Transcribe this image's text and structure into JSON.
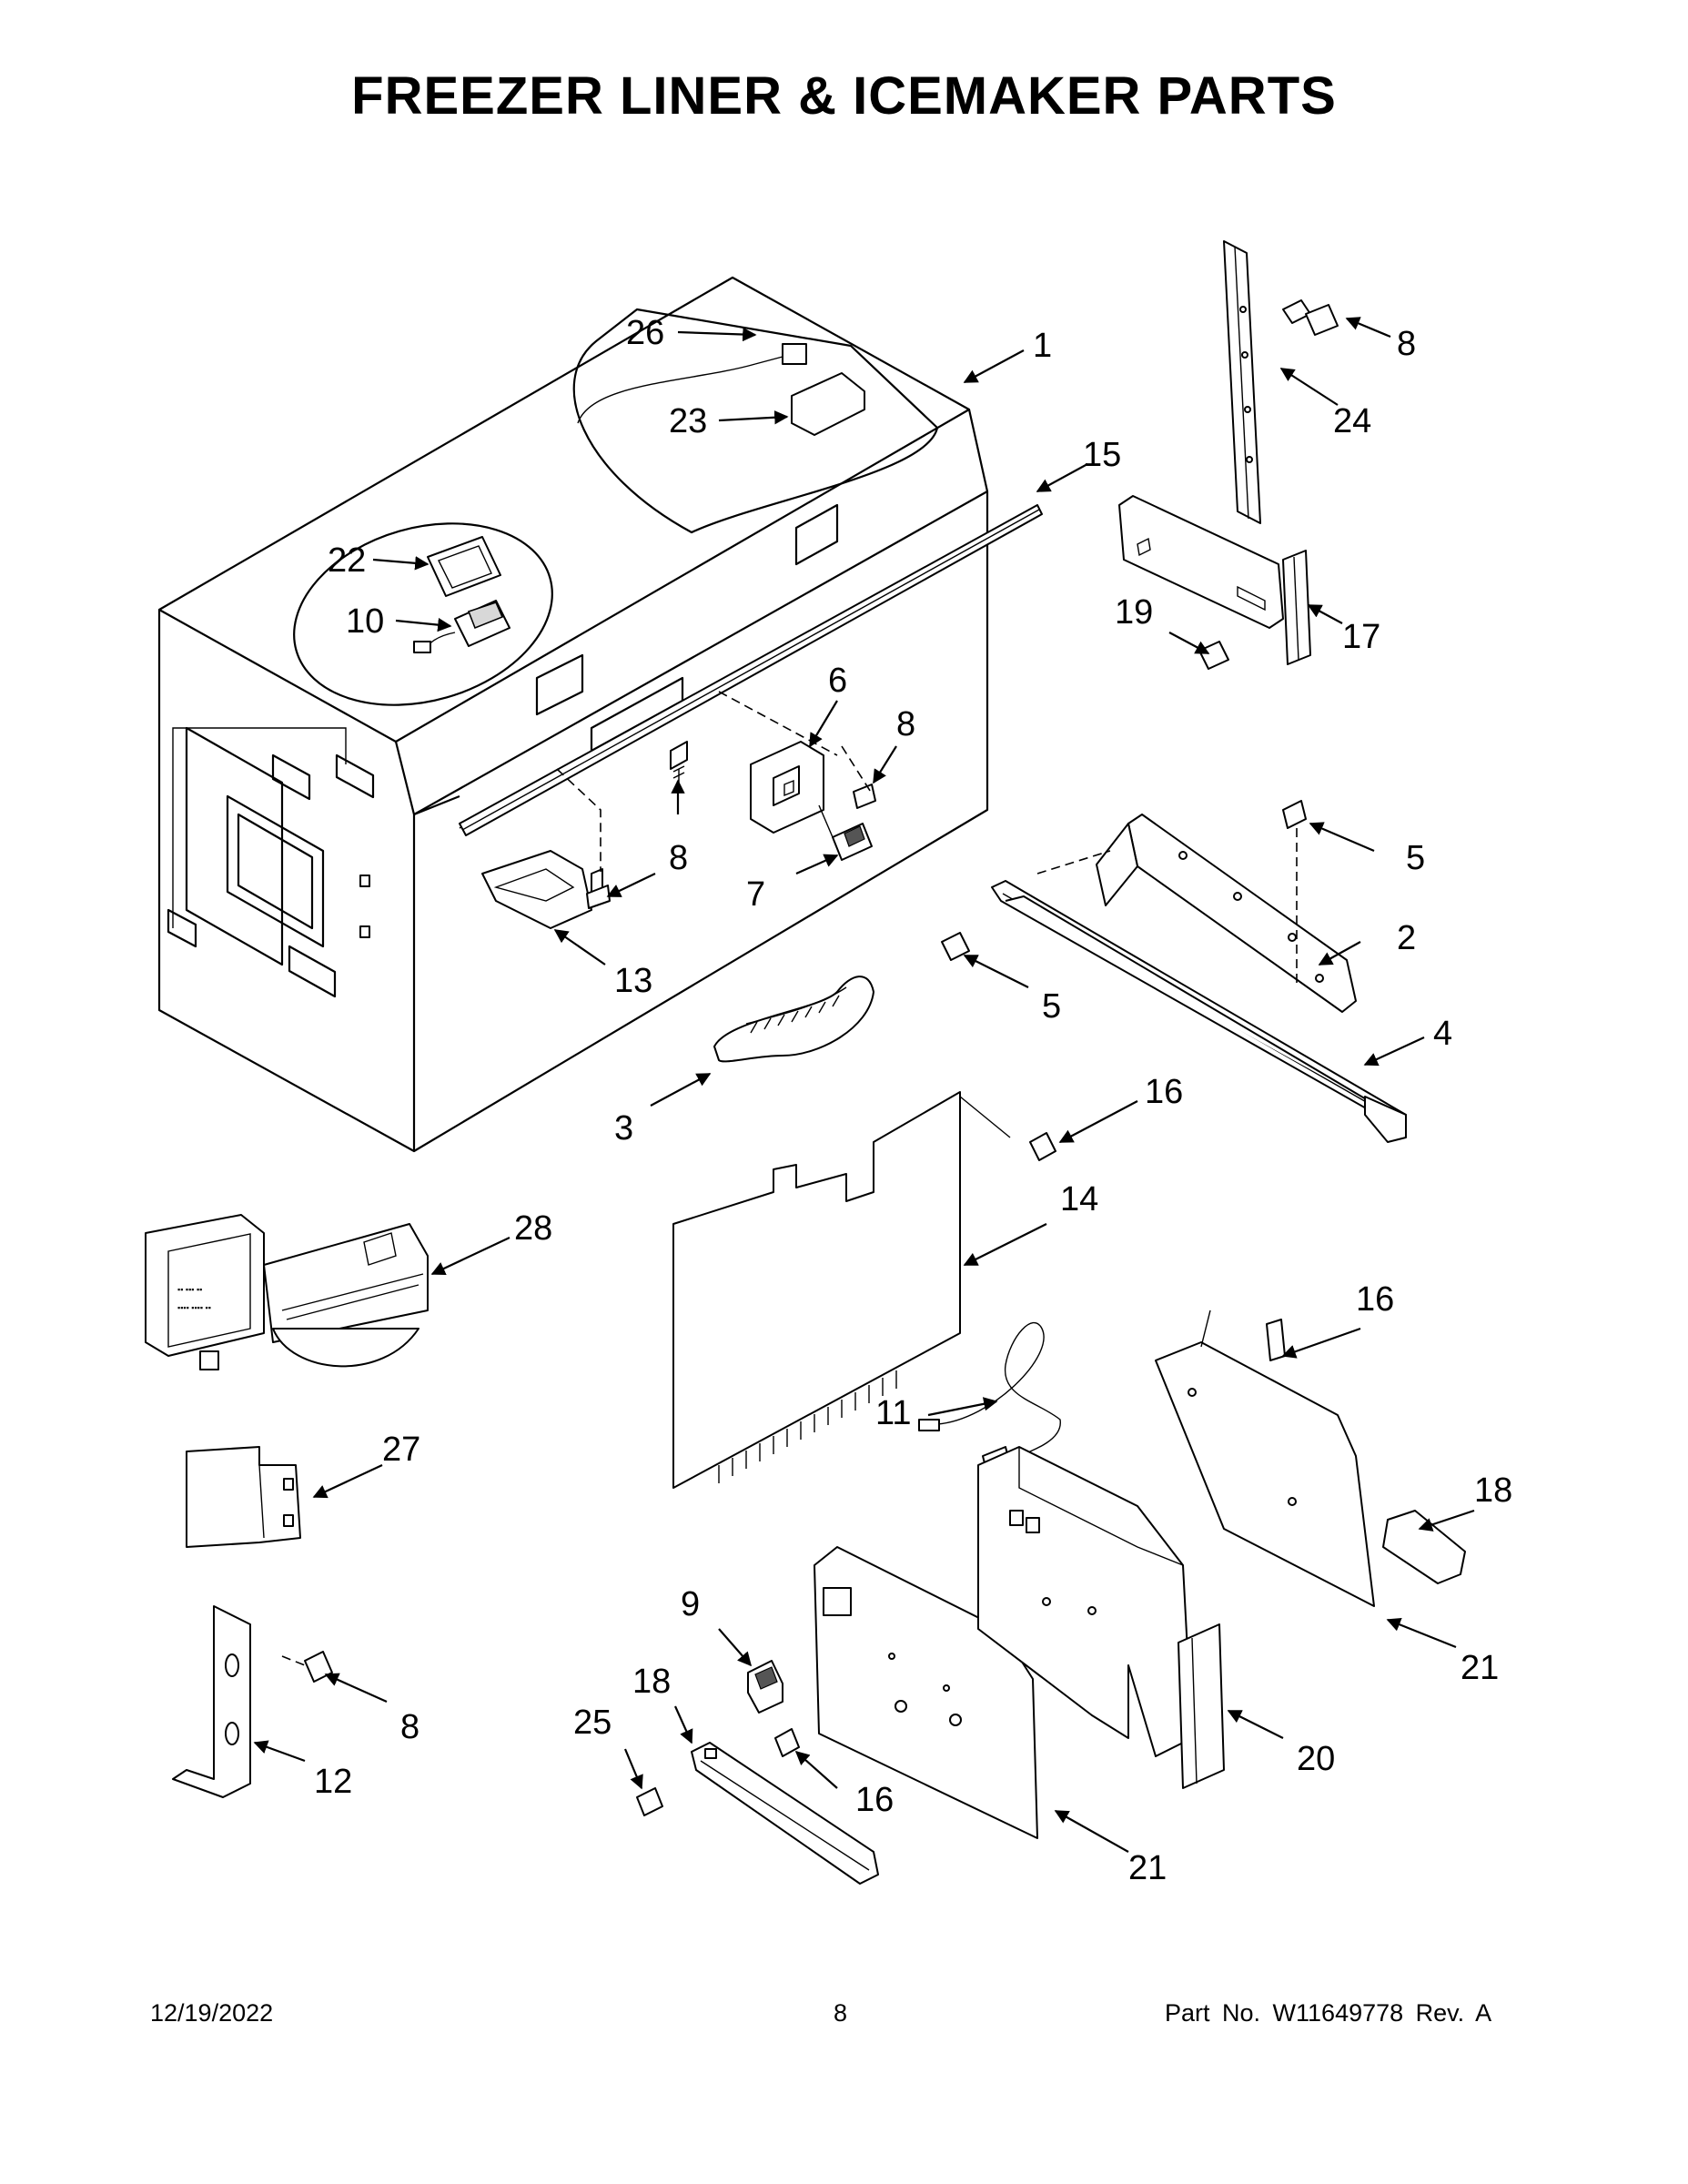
{
  "title": "FREEZER LINER & ICEMAKER PARTS",
  "footer": {
    "date": "12/19/2022",
    "page": "8",
    "part_no": "Part No.  W11649778  Rev.  A"
  },
  "callouts": {
    "c1": "1",
    "c2": "2",
    "c3": "3",
    "c4": "4",
    "c5a": "5",
    "c5b": "5",
    "c6": "6",
    "c7": "7",
    "c8a": "8",
    "c8b": "8",
    "c8c": "8",
    "c8d": "8",
    "c9": "9",
    "c10": "10",
    "c11": "11",
    "c12": "12",
    "c13": "13",
    "c14": "14",
    "c15": "15",
    "c16a": "16",
    "c16b": "16",
    "c16c": "16",
    "c17": "17",
    "c18a": "18",
    "c18b": "18",
    "c19": "19",
    "c20": "20",
    "c21a": "21",
    "c21b": "21",
    "c22": "22",
    "c23": "23",
    "c24": "24",
    "c25": "25",
    "c26": "26",
    "c27": "27",
    "c28": "28"
  }
}
